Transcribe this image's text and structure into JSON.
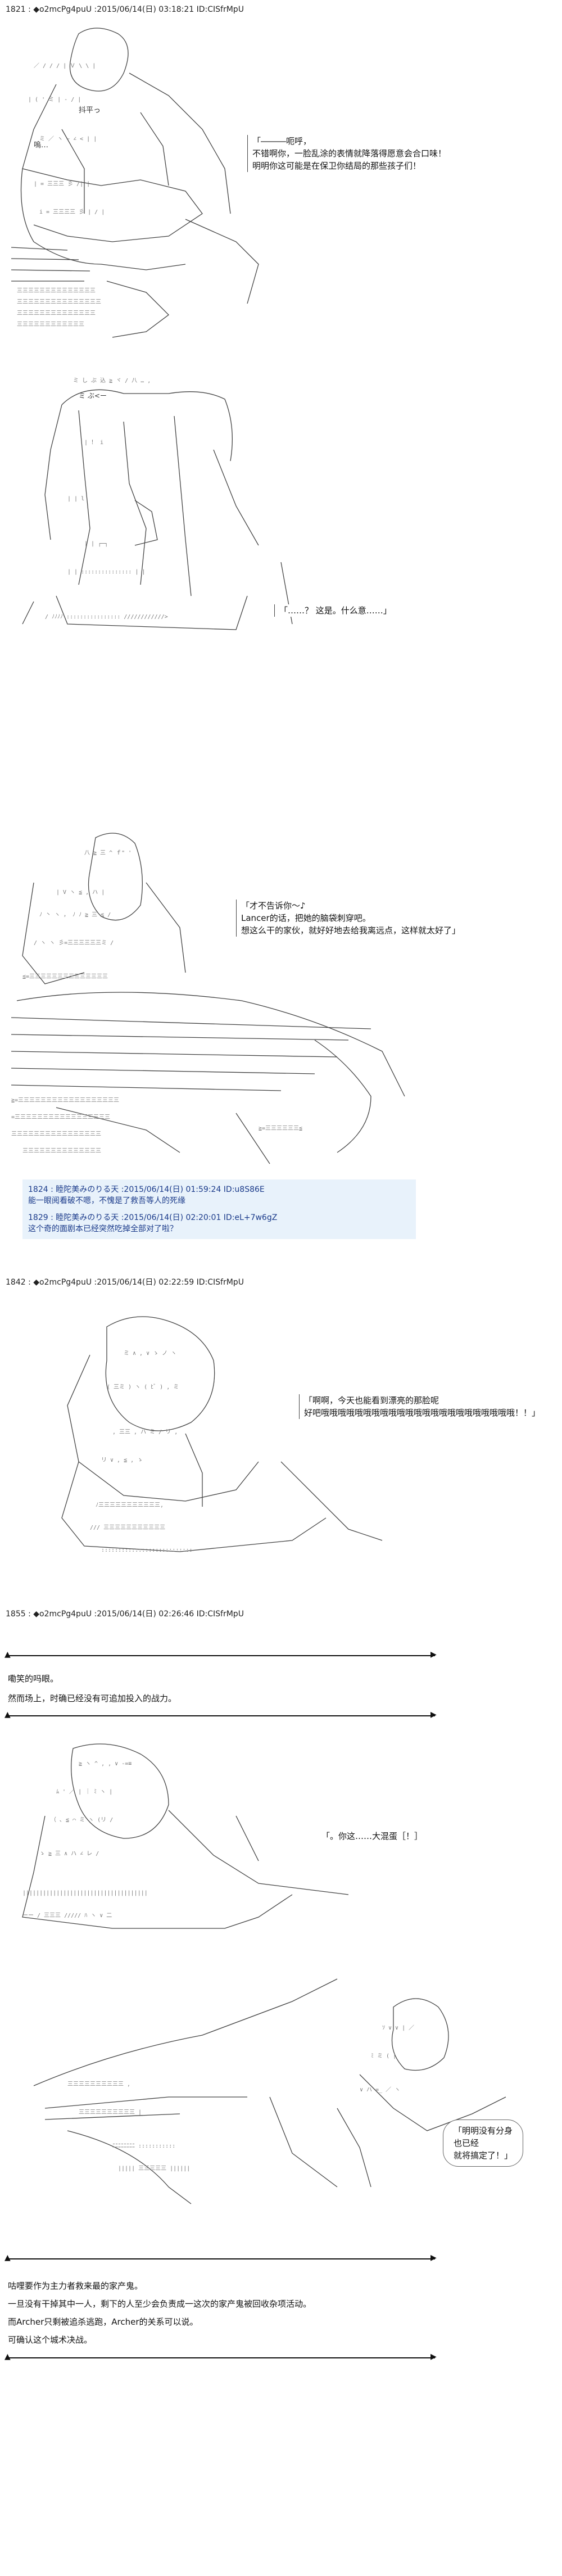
{
  "posts": [
    {
      "header": "1821 : ◆o2mcPg4puU :2015/06/14(日) 03:18:21 ID:CISfrMpU"
    },
    {
      "header": "1842 : ◆o2mcPg4puU :2015/06/14(日) 02:22:59 ID:CISfrMpU"
    },
    {
      "header": "1855 : ◆o2mcPg4puU :2015/06/14(日) 02:26:46 ID:CISfrMpU"
    }
  ],
  "scene1": {
    "ascii_label": "抖平っ",
    "ascii_label2": "嗚…",
    "dialog": [
      "「―――呃呼，",
      "不错啊你，一脸乱涂的表情就降落得愿意会合口味！",
      "",
      "明明你这可能是在保卫你结局的那些孩子们！"
    ]
  },
  "scene2": {
    "ascii_label": "ミ ぶ<ー",
    "dialog": [
      "「……？ 这是。什么意……」"
    ]
  },
  "scene3": {
    "dialog": [
      "「才不告诉你～♪",
      "",
      "Lancer的话，把她的脑袋刺穿吧。",
      "想这么干的家伙，就好好地去给我离远点，这样就太好了」"
    ]
  },
  "replies": [
    {
      "line1": "1824 : 睦陀美みのりる天 :2015/06/14(日) 01:59:24 ID:u8S86E",
      "line2": "能一眼阅看破不嗯，不愧是了救吾等人的死缘"
    },
    {
      "line1": "1829 : 睦陀美みのりる天 :2015/06/14(日) 02:20:01 ID:eL+7w6gZ",
      "line2": "这个奇的面剧本已经突然吃掉全部对了啦？"
    }
  ],
  "scene4": {
    "dialog": [
      "「啊啊，今天也能看到漂亮的那脸呢",
      "",
      "好吧哦哦哦哦哦哦哦哦哦哦哦哦哦哦哦哦哦哦哦哦哦哦哦！！」"
    ]
  },
  "narration1": [
    "嘞笑的吗眼。",
    "然而场上，时确已经没有可追加投入的战力。"
  ],
  "scene5": {
    "dialog": [
      "「。你这……大混蛋［！］"
    ]
  },
  "scene6": {
    "dialog": [
      "「明明没有分身",
      "也已经",
      "就将搞定了！」"
    ]
  },
  "narration2": [
    "咕哩要作为主力者救来最的家产鬼。",
    "一旦没有干掉其中一人，剩下的人至少会负责成一这次的家产鬼被回收杂项活动。",
    "而Archer只剩被追杀逃跑，Archer的关系可以说。",
    "可确认这个城术决战。"
  ],
  "decor": {
    "triangle": "▲",
    "triangle_right": "▶"
  }
}
